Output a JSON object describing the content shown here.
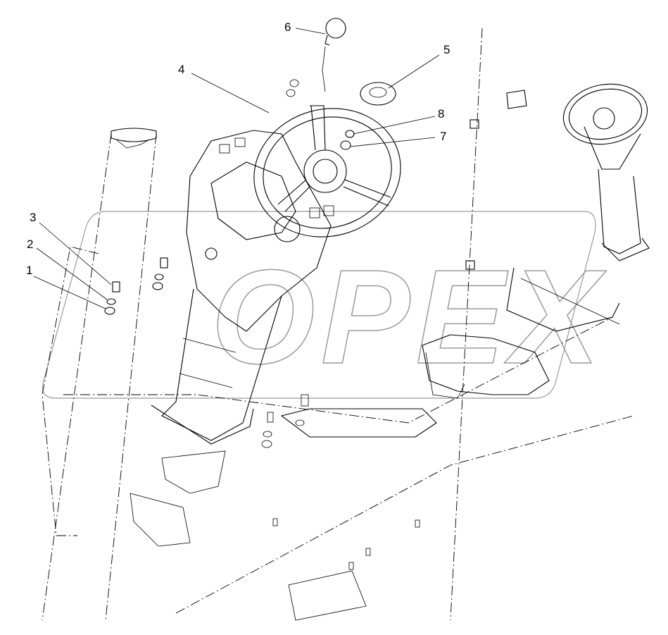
{
  "diagram": {
    "callouts": [
      {
        "label": "1"
      },
      {
        "label": "2"
      },
      {
        "label": "3"
      },
      {
        "label": "4"
      },
      {
        "label": "5"
      },
      {
        "label": "6"
      },
      {
        "label": "7"
      },
      {
        "label": "8"
      }
    ],
    "watermark": {
      "text": "OPEX"
    }
  }
}
